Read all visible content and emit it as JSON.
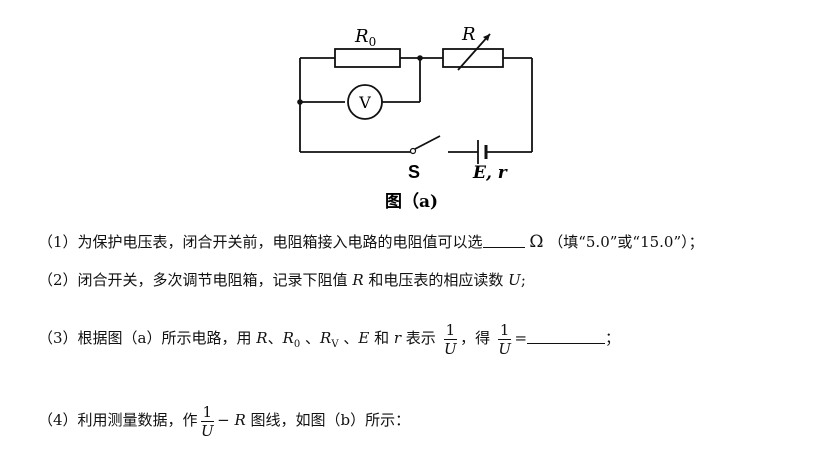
{
  "circuit": {
    "label_r0": "R",
    "label_r0_sub": "0",
    "label_r": "R",
    "label_v": "V",
    "label_s": "S",
    "label_er": "E, r",
    "caption": "图（a)"
  },
  "questions": {
    "q1": {
      "prefix": "（1）为保护电压表，闭合开关前，电阻箱接入电路的电阻值可以选",
      "unit": "Ω",
      "suffix": "（填“5.0”或“15.0”）；"
    },
    "q2": {
      "p1": "（2）闭合开关，多次调节电阻箱，记录下阻值 ",
      "var_r": "R",
      "p2": " 和电压表的相应读数 ",
      "var_u": "U",
      "p3": ";"
    },
    "q3": {
      "p1": "（3）根据图（a）所示电路，用 ",
      "r": "R",
      "sep1": "、",
      "r0": "R",
      "r0_sub": "0",
      "sep2": " 、",
      "rv": "R",
      "rv_sub": "V",
      "sep3": " 、",
      "e": "E",
      "and": " 和 ",
      "rr": "r",
      "p2": " 表示",
      "frac_num": "1",
      "frac_den": "U",
      "p3": "，得",
      "eq": "=",
      "p4": "；"
    },
    "q4": {
      "p1": "（4）利用测量数据，作",
      "frac_num": "1",
      "frac_den": "U",
      "minus": "− ",
      "r": "R",
      "p2": " 图线，如图（b）所示："
    }
  }
}
